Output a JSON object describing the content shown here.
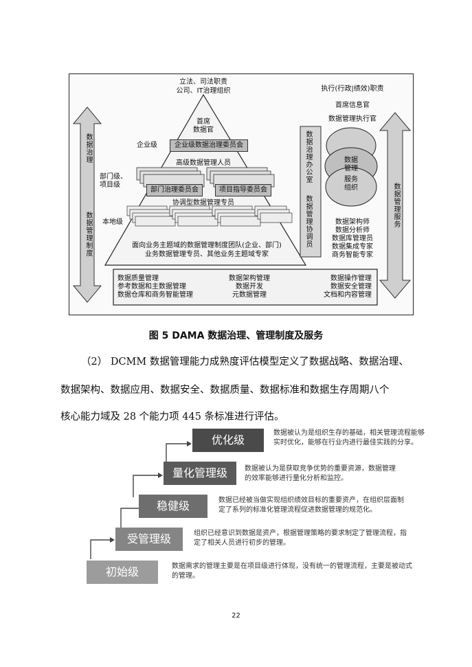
{
  "fig5": {
    "top_label_1": "立法、司法职责",
    "top_label_2": "公司、IT治理组织",
    "cdo_1": "首席",
    "cdo_2": "数据官",
    "enterprise_level": "企业级",
    "enterprise_committee": "企业级数据治理委员会",
    "senior_stewards": "高级数据管理人员",
    "dept_level_1": "部门级、",
    "dept_level_2": "项目级",
    "dept_committee": "部门治理委员会",
    "project_committee": "项目指导委员会",
    "coord_stewards": "协调型数据管理专员",
    "local_level": "本地级",
    "base_1": "面向业务主题域的数据管理制度团队(企业、部门)",
    "base_2": "业务数据管理专员、其他业务主题域专家",
    "left_arrow_top": "数据治理",
    "left_arrow_bottom": "数据管理制度",
    "right_arrow": "数据管理服务",
    "office_1": "数据治理办公室",
    "office_2": "数据管理协调员",
    "exec_1": "执行(行政|绩效)职责",
    "exec_2": "首席信息官",
    "exec_3": "数据管理执行官",
    "circle_1_a": "数据",
    "circle_1_b": "管理",
    "circle_2_a": "服务",
    "circle_2_b": "组织",
    "roles": [
      "数据架构师",
      "数据分析师",
      "数据库管理员",
      "数据集成专家",
      "商务智能专家"
    ],
    "bottom_col1": [
      "数据质量管理",
      "参考数据和主数据管理",
      "数据仓库和商务智能管理"
    ],
    "bottom_col2": [
      "数据架构管理",
      "数据开发",
      "元数据管理"
    ],
    "bottom_col3": [
      "数据操作管理",
      "数据安全管理",
      "文档和内容管理"
    ]
  },
  "fig5_caption": "图 5 DAMA 数据治理、管理制度及服务",
  "para": {
    "line1": "（2） DCMM 数据管理能力成熟度评估模型定义了数据战略、数据治理、",
    "line2": "数据架构、数据应用、数据安全、数据质量、数据标准和数据生存周期八个",
    "line3": "核心能力域及 28 个能力项 445 条标准进行评估。"
  },
  "maturity": {
    "levels": [
      {
        "name": "优化级",
        "color": "#4a4a4a",
        "desc": "数据被认为是组织生存的基础，相关管理流程能够实时优化，能够在行业内进行最佳实践的分享。"
      },
      {
        "name": "量化管理级",
        "color": "#5a5a5a",
        "desc": "数据被认为是获取竞争优势的重要资源，数据管理的效率能够进行量化分析和监控。"
      },
      {
        "name": "稳健级",
        "color": "#6e6e6e",
        "desc": "数据已经被当做实现组织绩效目标的重要资产，在组织层面制定了系列的标准化管理流程促进数据管理的规范化。"
      },
      {
        "name": "受管理级",
        "color": "#858585",
        "desc": "组织已经意识到数据是资产，根据管理策略的要求制定了管理流程，指定了相关人员进行初步的管理。"
      },
      {
        "name": "初始级",
        "color": "#9c9c9c",
        "desc": "数据需求的管理主要是在项目级进行体现，没有统一的管理流程，主要是被动式的管理。"
      }
    ]
  },
  "page_number": "22"
}
